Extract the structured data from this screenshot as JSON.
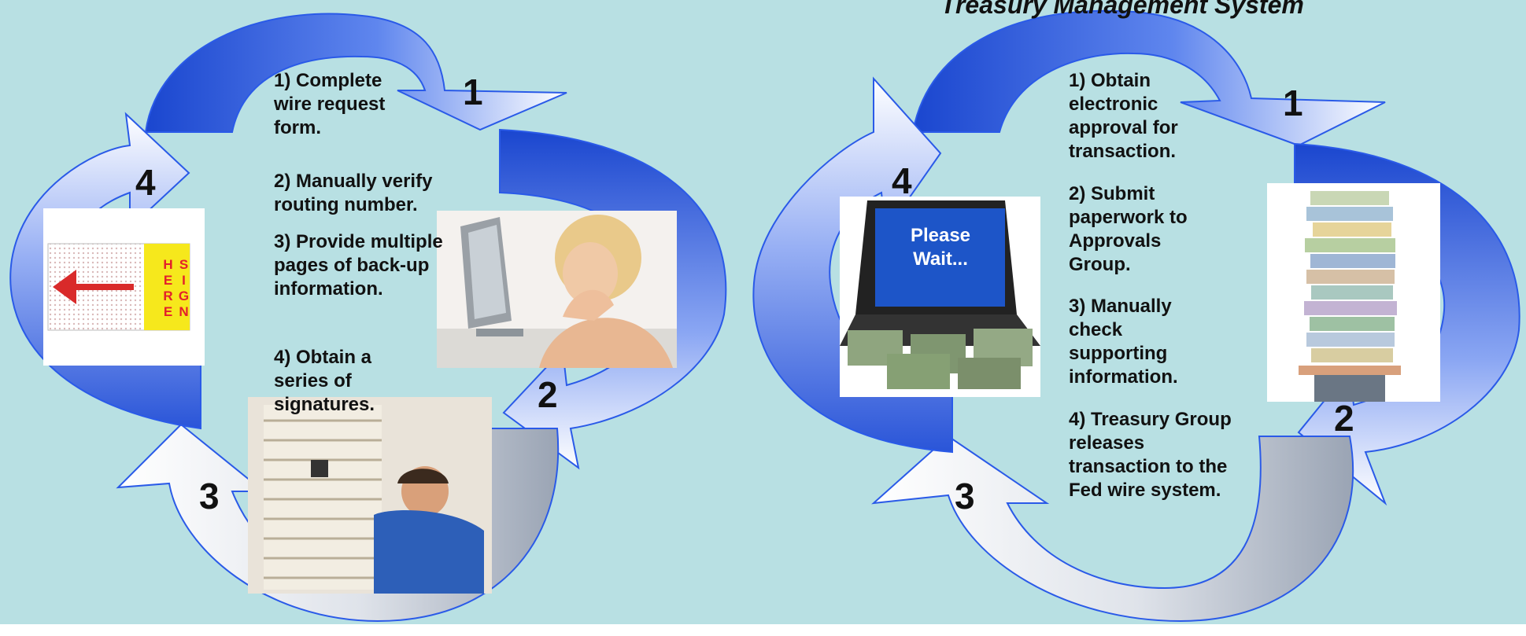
{
  "right_title": "Treasury Management System",
  "left_cycle": {
    "step_numbers": [
      "1",
      "2",
      "3",
      "4"
    ],
    "steps": [
      "1) Complete wire request form.",
      "2) Manually verify routing number.",
      "3) Provide multiple pages of back-up information.",
      "4) Obtain a series of signatures."
    ],
    "sign_sticker": "SIGN HERE"
  },
  "right_cycle": {
    "step_numbers": [
      "1",
      "2",
      "3",
      "4"
    ],
    "steps": [
      "1) Obtain electronic approval for transaction.",
      "2) Submit paperwork to Approvals Group.",
      "3) Manually check supporting information.",
      "4) Treasury Group releases transaction to the Fed wire system."
    ],
    "laptop_screen": "Please Wait..."
  },
  "colors": {
    "background": "#b8e0e3",
    "arrow_blue": "#1f4fd6",
    "arrow_light": "#e8eefc",
    "arrow_outline": "#2a5ae8"
  }
}
